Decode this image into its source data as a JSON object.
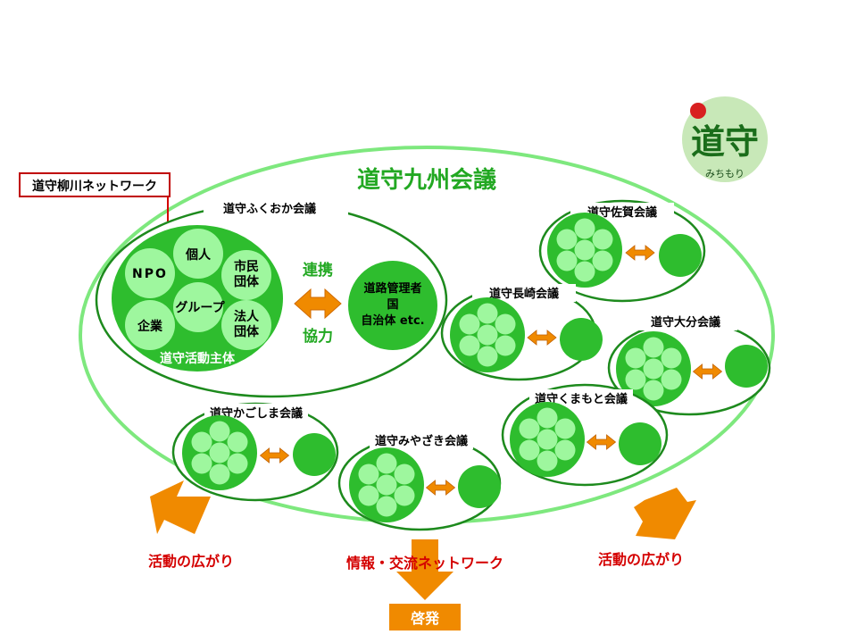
{
  "title": "道守九州会議",
  "network_label": "道守柳川ネットワーク",
  "logo": {
    "kanji": "道守",
    "caption": "みちもり"
  },
  "fukuoka": {
    "name": "道守ふくおか会議",
    "members": [
      "個人",
      "NPO",
      "市民\n団体",
      "グループ",
      "企業",
      "法人\n団体"
    ],
    "activity_label": "道守活動主体",
    "link_top": "連携",
    "link_bottom": "協力",
    "partner": [
      "道路管理者",
      "国",
      "自治体 etc."
    ]
  },
  "councils": [
    "道守佐賀会議",
    "道守長崎会議",
    "道守大分会議",
    "道守かごしま会議",
    "道守くまもと会議",
    "道守みやざき会議"
  ],
  "outcomes": {
    "left": "活動の広がり",
    "center": "情報・交流ネットワーク",
    "right": "活動の広がり",
    "bottom": "啓発"
  },
  "colors": {
    "green": "#2ebd2e",
    "light_green": "#9ef79e",
    "dark_green": "#1d8a1d",
    "outline": "#7ee87e",
    "title": "#22a822",
    "orange": "#f08a00",
    "red": "#d40000",
    "box_red": "#c00000"
  }
}
